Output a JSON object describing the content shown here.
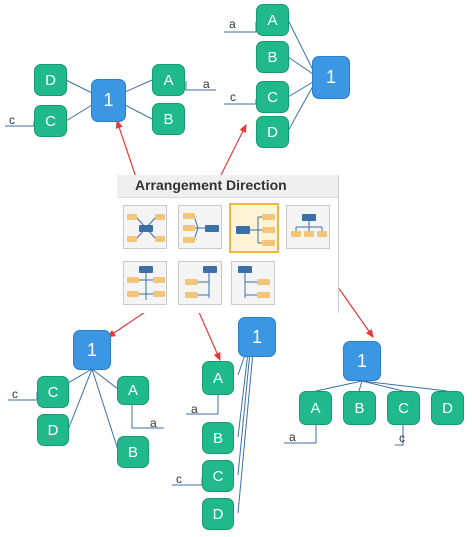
{
  "panel": {
    "title": "Arrangement Direction",
    "options": [
      {
        "icon": "balanced-map-icon",
        "selected": false
      },
      {
        "icon": "left-map-icon",
        "selected": false
      },
      {
        "icon": "right-map-icon",
        "selected": true
      },
      {
        "icon": "org-chart-down-icon",
        "selected": false
      },
      {
        "icon": "tree-down-icon",
        "selected": false
      },
      {
        "icon": "tree-left-icon",
        "selected": false
      },
      {
        "icon": "tree-right-icon",
        "selected": false
      }
    ]
  },
  "examples": {
    "balanced": {
      "root": "1",
      "left": [
        "D",
        "C"
      ],
      "right": [
        "A",
        "B"
      ],
      "note": "a",
      "note2": "c"
    },
    "left": {
      "root": "1",
      "children": [
        "A",
        "B",
        "C",
        "D"
      ],
      "note": "a",
      "note2": "c"
    },
    "tree_split": {
      "root": "1",
      "left": [
        "C",
        "D"
      ],
      "right": [
        "A",
        "B"
      ],
      "note": "a",
      "note2": "c"
    },
    "tree_left": {
      "root": "1",
      "children": [
        "A",
        "B",
        "C",
        "D"
      ],
      "note": "a",
      "note2": "c"
    },
    "org": {
      "root": "1",
      "children": [
        "A",
        "B",
        "C",
        "D"
      ],
      "note": "a",
      "note2": "c"
    }
  },
  "colors": {
    "root": "#3b97e3",
    "leaf": "#1fb98b",
    "connector": "#3a6fa8",
    "arrow": "#e53935",
    "highlight": "#f0b63a"
  }
}
